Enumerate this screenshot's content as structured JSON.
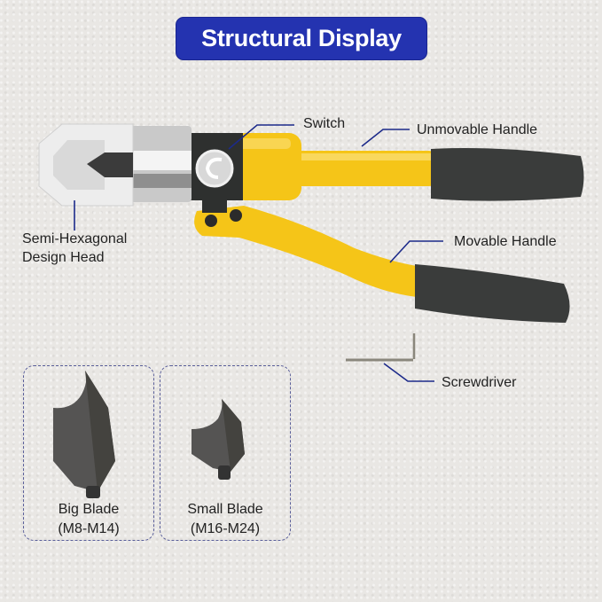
{
  "title": "Structural Display",
  "callouts": {
    "switch": "Switch",
    "unmovable_handle": "Unmovable Handle",
    "head_line1": "Semi-Hexagonal",
    "head_line2": "Design Head",
    "movable_handle": "Movable Handle",
    "screwdriver": "Screwdriver"
  },
  "blades": [
    {
      "name": "Big Blade",
      "range": "(M8-M14)"
    },
    {
      "name": "Small Blade",
      "range": "(M16-M24)"
    }
  ],
  "colors": {
    "title_bg": "#2433b0",
    "tool_yellow": "#f5c518",
    "grip_black": "#3a3c3b",
    "callout_line": "#1c2a8a"
  }
}
